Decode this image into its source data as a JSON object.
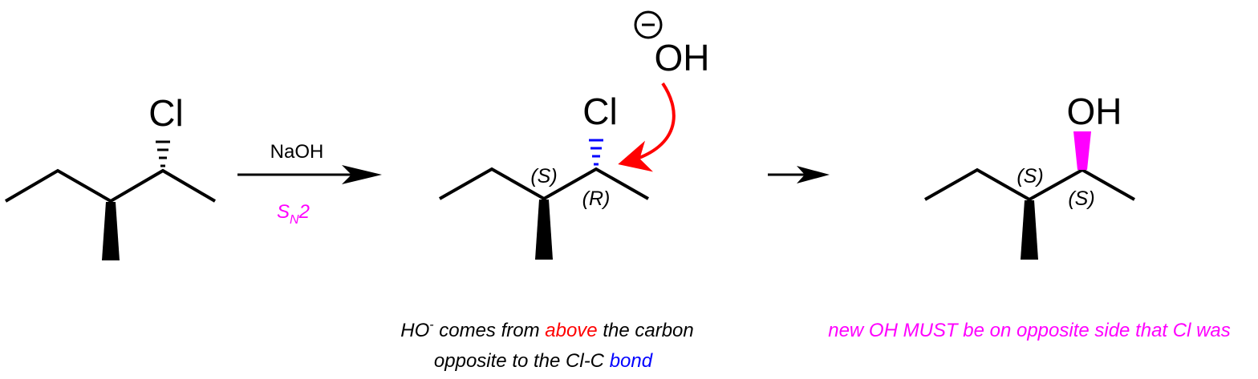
{
  "colors": {
    "red": "#ff0000",
    "blue": "#0000ff",
    "magenta": "#ff00ff",
    "black": "#000000"
  },
  "reactant": {
    "chlorine": "Cl"
  },
  "reaction_arrow": {
    "reagent": "NaOH",
    "mechanism_main": "S",
    "mechanism_sub": "N",
    "mechanism_tail": "2"
  },
  "transition": {
    "chlorine": "Cl",
    "nucleophile": "OH",
    "charge_symbol": "−",
    "label_c3": "(S)",
    "label_c2": "(R)"
  },
  "product": {
    "hydroxyl": "OH",
    "label_c3": "(S)",
    "label_c2": "(S)"
  },
  "captions": {
    "attack_line1_prefix": "HO",
    "attack_line1_sup": "-",
    "attack_line1_middle": " comes from ",
    "attack_line1_highlight": "above",
    "attack_line1_suffix": " the carbon",
    "attack_line2_prefix": "opposite to the Cl-C ",
    "attack_line2_highlight": "bond",
    "product_note": "new OH MUST be on opposite side that Cl was"
  }
}
